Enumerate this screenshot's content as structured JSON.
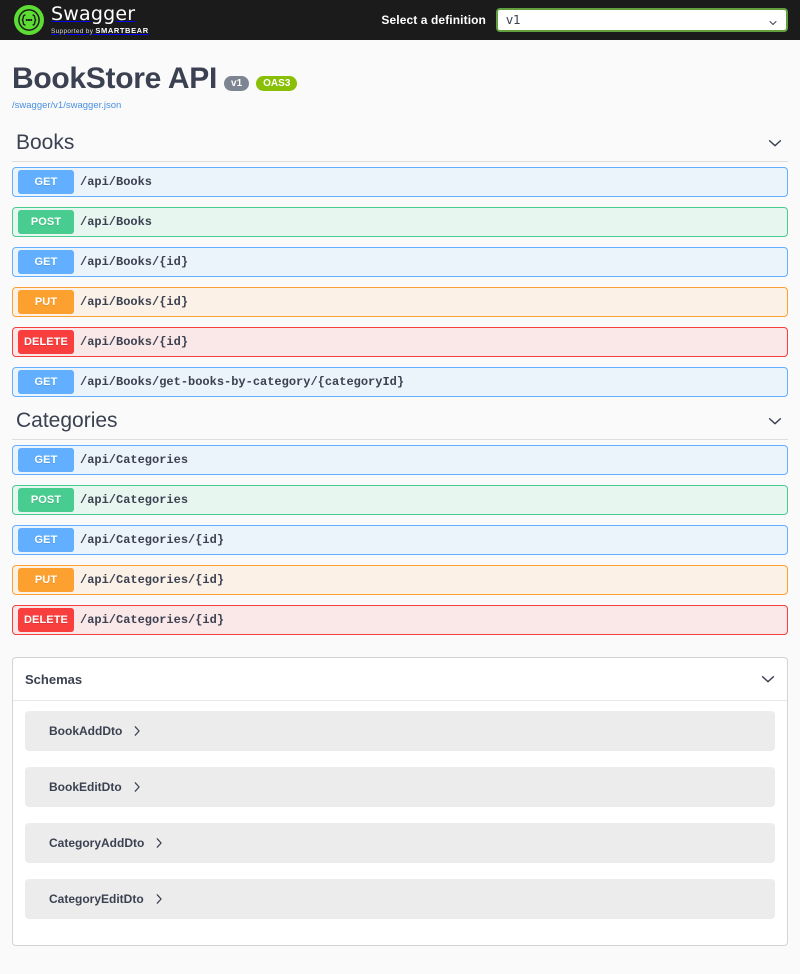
{
  "topbar": {
    "logo_title": "Swagger",
    "logo_supported_prefix": "Supported by",
    "logo_supported_brand": "SMARTBEAR",
    "definition_label": "Select a definition",
    "definition_value": "v1",
    "definition_options": [
      "v1"
    ]
  },
  "info": {
    "title": "BookStore API",
    "version_badge": "v1",
    "oas_badge": "OAS3",
    "spec_link": "/swagger/v1/swagger.json"
  },
  "tags": [
    {
      "name": "Books",
      "operations": [
        {
          "verb": "GET",
          "method": "get",
          "path": "/api/Books"
        },
        {
          "verb": "POST",
          "method": "post",
          "path": "/api/Books"
        },
        {
          "verb": "GET",
          "method": "get",
          "path": "/api/Books/{id}"
        },
        {
          "verb": "PUT",
          "method": "put",
          "path": "/api/Books/{id}"
        },
        {
          "verb": "DELETE",
          "method": "delete",
          "path": "/api/Books/{id}"
        },
        {
          "verb": "GET",
          "method": "get",
          "path": "/api/Books/get-books-by-category/{categoryId}"
        }
      ]
    },
    {
      "name": "Categories",
      "operations": [
        {
          "verb": "GET",
          "method": "get",
          "path": "/api/Categories"
        },
        {
          "verb": "POST",
          "method": "post",
          "path": "/api/Categories"
        },
        {
          "verb": "GET",
          "method": "get",
          "path": "/api/Categories/{id}"
        },
        {
          "verb": "PUT",
          "method": "put",
          "path": "/api/Categories/{id}"
        },
        {
          "verb": "DELETE",
          "method": "delete",
          "path": "/api/Categories/{id}"
        }
      ]
    }
  ],
  "schemas": {
    "title": "Schemas",
    "models": [
      "BookAddDto",
      "BookEditDto",
      "CategoryAddDto",
      "CategoryEditDto"
    ]
  },
  "colors": {
    "get": "#61affe",
    "post": "#49cc90",
    "put": "#fca130",
    "delete": "#f93e3e",
    "brand_green": "#89bf04",
    "topbar_bg": "#1b1b1b",
    "version_gray": "#7d8492",
    "link_blue": "#4990e2"
  },
  "icons": {
    "chevron_down": "chevron-down-icon",
    "chevron_right": "chevron-right-icon",
    "logo": "swagger-logo-icon"
  }
}
